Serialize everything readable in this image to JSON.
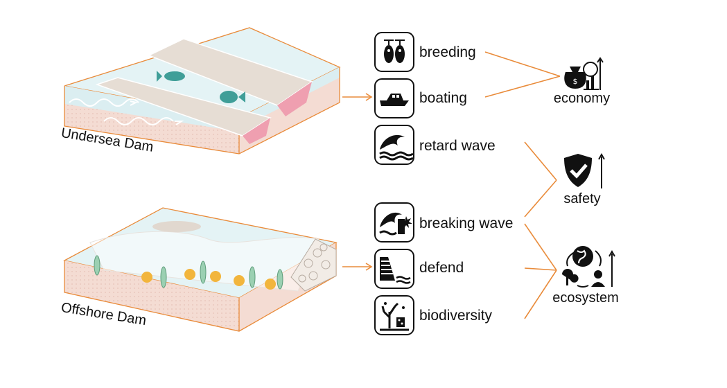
{
  "dams": [
    {
      "label": "Undersea Dam"
    },
    {
      "label": "Offshore Dam"
    }
  ],
  "functions": [
    {
      "label": "breeding",
      "icon": "fish-icon"
    },
    {
      "label": "boating",
      "icon": "boat-icon"
    },
    {
      "label": "retard wave",
      "icon": "wave-icon"
    },
    {
      "label": "breaking wave",
      "icon": "breaking-wave-icon"
    },
    {
      "label": "defend",
      "icon": "seawall-icon"
    },
    {
      "label": "biodiversity",
      "icon": "coral-icon"
    }
  ],
  "outcomes": [
    {
      "label": "economy",
      "icon": "money-growth-icon"
    },
    {
      "label": "safety",
      "icon": "shield-check-icon"
    },
    {
      "label": "ecosystem",
      "icon": "globe-nature-icon"
    }
  ],
  "colors": {
    "line": "#e98b3a",
    "water": "#d9eef1",
    "sand": "#f6ddd6",
    "slope": "#e7dcd2",
    "fish": "#3f9e98",
    "grass": "#6fa884",
    "coral": "#f2b53c"
  }
}
